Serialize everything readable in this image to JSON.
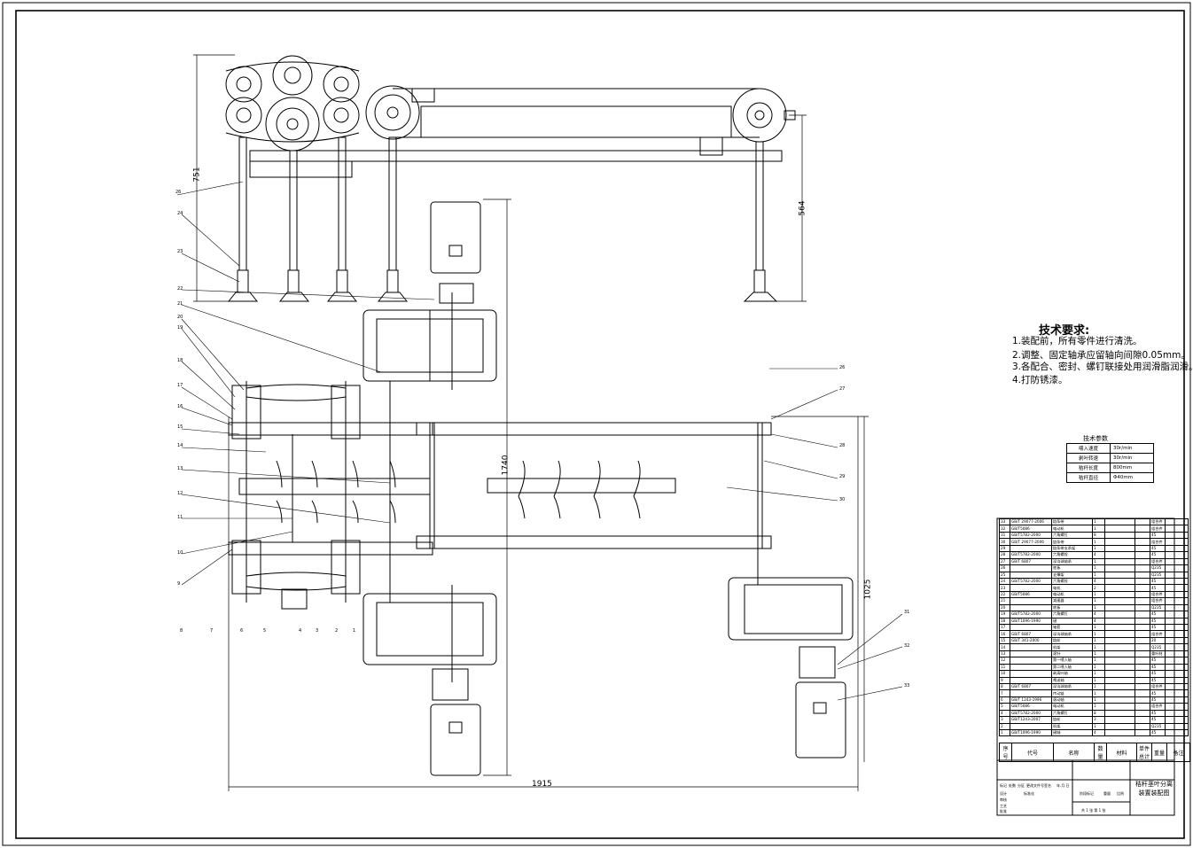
{
  "requirements": {
    "title": "技术要求:",
    "items": [
      "1.装配前，所有零件进行清洗。",
      "2.调整、固定轴承应留轴向间隙0.05mm。",
      "3.各配合、密封、螺钉联接处用润滑脂润滑。",
      "4.打防锈漆。"
    ]
  },
  "params": {
    "title": "技术参数",
    "rows": [
      {
        "k": "喂入速度",
        "v": "30r/min"
      },
      {
        "k": "剥叶转速",
        "v": "30r/min"
      },
      {
        "k": "秸秆长度",
        "v": "800mm"
      },
      {
        "k": "秸秆直径",
        "v": "Φ40mm"
      }
    ]
  },
  "dimensions": {
    "d751": "751",
    "d564": "564",
    "d1740": "1740",
    "d1915": "1915",
    "d1025": "1025"
  },
  "bom_rows": [
    [
      "33",
      "GB/T 29077-2006",
      "链条带",
      "1",
      "",
      "",
      "组合件",
      ""
    ],
    [
      "32",
      "GB/T5086",
      "电动机",
      "1",
      "",
      "",
      "组合件",
      ""
    ],
    [
      "31",
      "GB/T5782-2000",
      "六角螺钉",
      "8",
      "",
      "",
      "45",
      ""
    ],
    [
      "30",
      "GB/T 29077-2006",
      "链条带",
      "1",
      "",
      "",
      "组合件",
      ""
    ],
    [
      "29",
      "",
      "链条带支承架",
      "1",
      "",
      "",
      "45",
      ""
    ],
    [
      "28",
      "GB/T5782-2000",
      "六角螺栓",
      "4",
      "",
      "",
      "45",
      ""
    ],
    [
      "27",
      "GB/T 6807",
      "深沟球轴承",
      "1",
      "",
      "",
      "组合件",
      ""
    ],
    [
      "26",
      "",
      "底板",
      "1",
      "",
      "",
      "Q235",
      ""
    ],
    [
      "25",
      "",
      "支撑架",
      "1",
      "",
      "",
      "Q235",
      ""
    ],
    [
      "24",
      "GB/T5782-2000",
      "六角螺栓",
      "4",
      "",
      "",
      "45",
      ""
    ],
    [
      "23",
      "",
      "电机",
      "2",
      "",
      "",
      "45",
      ""
    ],
    [
      "22",
      "GB/T5086",
      "电动机",
      "1",
      "",
      "",
      "组合件",
      ""
    ],
    [
      "21",
      "",
      "减速器",
      "1",
      "",
      "",
      "组合件",
      ""
    ],
    [
      "20",
      "",
      "底板",
      "1",
      "",
      "",
      "Q235",
      ""
    ],
    [
      "19",
      "GB/T5782-2000",
      "六角螺钉",
      "4",
      "",
      "",
      "45",
      ""
    ],
    [
      "18",
      "GB/T1096-1990",
      "键",
      "4",
      "",
      "",
      "45",
      ""
    ],
    [
      "17",
      "",
      "轴套",
      "1",
      "",
      "",
      "45",
      ""
    ],
    [
      "16",
      "GB/T 6807",
      "深沟球轴承",
      "1",
      "",
      "",
      "组合件",
      ""
    ],
    [
      "15",
      "GB/T 341-2000",
      "链轮",
      "1",
      "",
      "",
      "20",
      ""
    ],
    [
      "14",
      "",
      "机架",
      "1",
      "",
      "",
      "Q235",
      ""
    ],
    [
      "13",
      "",
      "滚针",
      "1",
      "",
      "",
      "重叶材",
      ""
    ],
    [
      "12",
      "",
      "第一喂入轴",
      "1",
      "",
      "",
      "45",
      ""
    ],
    [
      "11",
      "",
      "第二喂入轴",
      "1",
      "",
      "",
      "45",
      ""
    ],
    [
      "10",
      "",
      "剥离叶轴",
      "1",
      "",
      "",
      "45",
      ""
    ],
    [
      "9",
      "",
      "喂送轴",
      "1",
      "",
      "",
      "45",
      ""
    ],
    [
      "8",
      "GB/T 6807",
      "深沟球轴承",
      "1",
      "",
      "",
      "组合件",
      ""
    ],
    [
      "7",
      "",
      "传动链",
      "1",
      "",
      "",
      "45",
      ""
    ],
    [
      "6",
      "GB/T 1243-1996",
      "滚动轴",
      "1",
      "",
      "",
      "45",
      ""
    ],
    [
      "5",
      "GB/T5086",
      "电动机",
      "1",
      "",
      "",
      "组合件",
      ""
    ],
    [
      "4",
      "GB/T5782-2000",
      "六角螺钉",
      "8",
      "",
      "",
      "45",
      ""
    ],
    [
      "3",
      "GB/T1243-2007",
      "链轮",
      "3",
      "",
      "",
      "45",
      ""
    ],
    [
      "2",
      "",
      "机架",
      "1",
      "",
      "",
      "Q235",
      ""
    ],
    [
      "1",
      "GB/T1096-1990",
      "键轴",
      "4",
      "",
      "",
      "45",
      ""
    ]
  ],
  "bom_head": [
    "序号",
    "代号",
    "名称",
    "数量",
    "材料",
    "单件 总计",
    "重量",
    "备注"
  ],
  "title_block": {
    "drawing_name": "秸秆茎叶分离装置装配图",
    "scale_label": "比例",
    "sheet": "共 1 张  第 1 张",
    "notes": [
      "标记",
      "处数",
      "分区",
      "更改文件号",
      "签名",
      "年.月.日",
      "设计",
      "标准化",
      "审核",
      "工艺",
      "批准",
      "阶段标记",
      "重量"
    ]
  },
  "part_labels_left": [
    "26",
    "24",
    "23",
    "22",
    "21",
    "20",
    "19",
    "18",
    "17",
    "16",
    "15",
    "14",
    "13",
    "12",
    "11",
    "10",
    "9"
  ],
  "part_labels_bottom": [
    "8",
    "7",
    "6",
    "5",
    "4",
    "3",
    "2",
    "1"
  ],
  "part_labels_right": [
    "26",
    "27",
    "28",
    "29",
    "30",
    "31",
    "32",
    "33"
  ]
}
